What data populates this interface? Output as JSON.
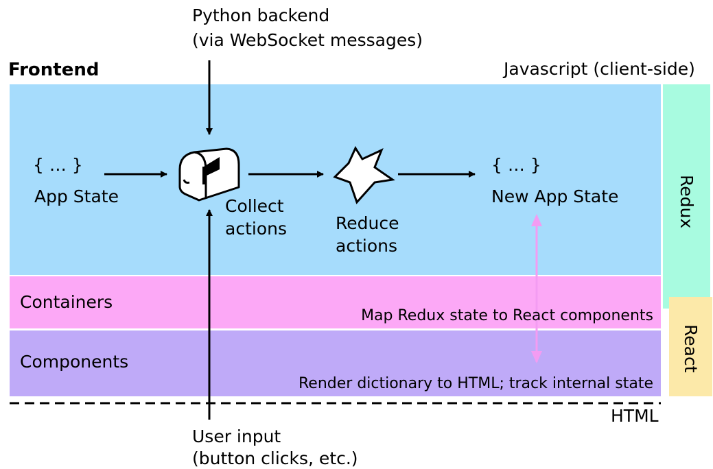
{
  "colors": {
    "redux_area": "#a6dcfc",
    "containers": "#fca8f6",
    "components": "#bfaaf8",
    "redux_bar": "#a8fbe0",
    "react_bar": "#fce9a9",
    "pink_arrow": "#f39cf2"
  },
  "header": {
    "title": "Frontend",
    "backend_line1": "Python backend",
    "backend_line2": "(via WebSocket messages)",
    "client_label": "Javascript (client-side)"
  },
  "state": {
    "app_braces": "{ … }",
    "app_label": "App State",
    "new_braces": "{ … }",
    "new_label": "New App State"
  },
  "steps": {
    "collect_line1": "Collect",
    "collect_line2": "actions",
    "reduce_line1": "Reduce",
    "reduce_line2": "actions"
  },
  "layers": {
    "containers_label": "Containers",
    "containers_desc": "Map Redux state to React components",
    "components_label": "Components",
    "components_desc": "Render dictionary to HTML; track internal state"
  },
  "sidebars": {
    "redux": "Redux",
    "react": "React"
  },
  "footer": {
    "html_label": "HTML",
    "input_line1": "User input",
    "input_line2": "(button clicks, etc.)"
  },
  "icons": [
    "mailbox-icon",
    "star-burst-icon"
  ]
}
